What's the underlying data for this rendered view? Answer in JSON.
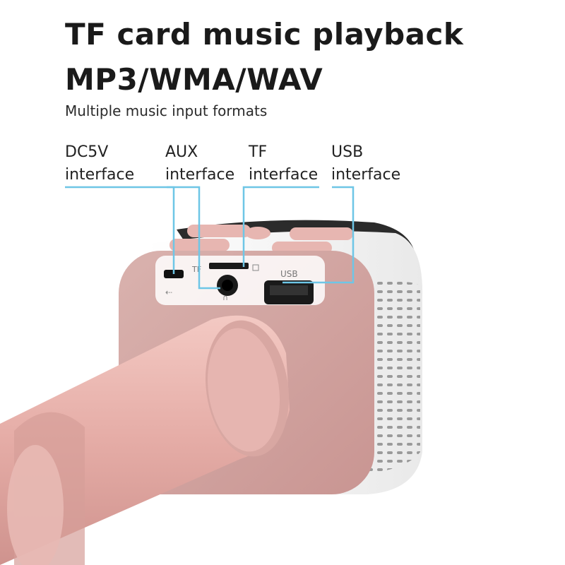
{
  "header": {
    "title_line1": "TF card music playback",
    "title_line2": "MP3/WMA/WAV",
    "subtitle": "Multiple music input formats"
  },
  "callouts": [
    {
      "line1": "DC5V",
      "line2": "interface"
    },
    {
      "line1": "AUX",
      "line2": "interface"
    },
    {
      "line1": "TF",
      "line2": "interface"
    },
    {
      "line1": "USB",
      "line2": "interface"
    }
  ],
  "device": {
    "tf_port_marking": "TF",
    "usb_port_marking": "USB"
  },
  "colors": {
    "callout_line": "#6ec6e6",
    "body_pink": "#cfa3a0",
    "handle_pink": "#e8b3ad",
    "speaker_white": "#fdfdfd",
    "top_dark": "#2b2b2b"
  }
}
